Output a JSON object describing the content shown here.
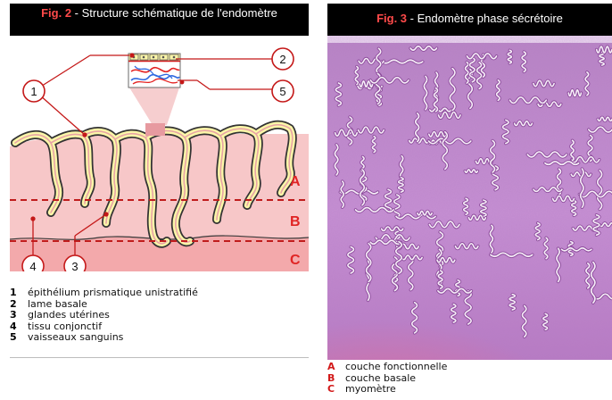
{
  "left_figure": {
    "fig_number": "Fig. 2",
    "title": " - Structure schématique de l'endomètre",
    "zones": [
      "A",
      "B",
      "C"
    ],
    "callouts": [
      "1",
      "2",
      "3",
      "4",
      "5"
    ],
    "legend": [
      {
        "key": "1",
        "text": "épithélium prismatique unistratifié"
      },
      {
        "key": "2",
        "text": "lame basale"
      },
      {
        "key": "3",
        "text": "glandes utérines"
      },
      {
        "key": "4",
        "text": "tissu conjonctif"
      },
      {
        "key": "5",
        "text": "vaisseaux sanguins"
      }
    ]
  },
  "right_figure": {
    "fig_number": "Fig. 3",
    "title": " - Endomètre phase sécrétoire",
    "legend": [
      {
        "key": "A",
        "text": "couche fonctionnelle"
      },
      {
        "key": "B",
        "text": "couche basale"
      },
      {
        "key": "C",
        "text": "myomètre"
      }
    ]
  },
  "colors": {
    "header_bg": "#000000",
    "fig_number": "#ff4a4a",
    "mucosa_pink": "#f7c7c8",
    "myometrium_pink": "#f3a9ab",
    "epithelium_yellow": "#fbf6a8",
    "callout_red": "#d21919",
    "zone_letter_red": "#e02424",
    "histology_purple": "#c68ed2"
  }
}
